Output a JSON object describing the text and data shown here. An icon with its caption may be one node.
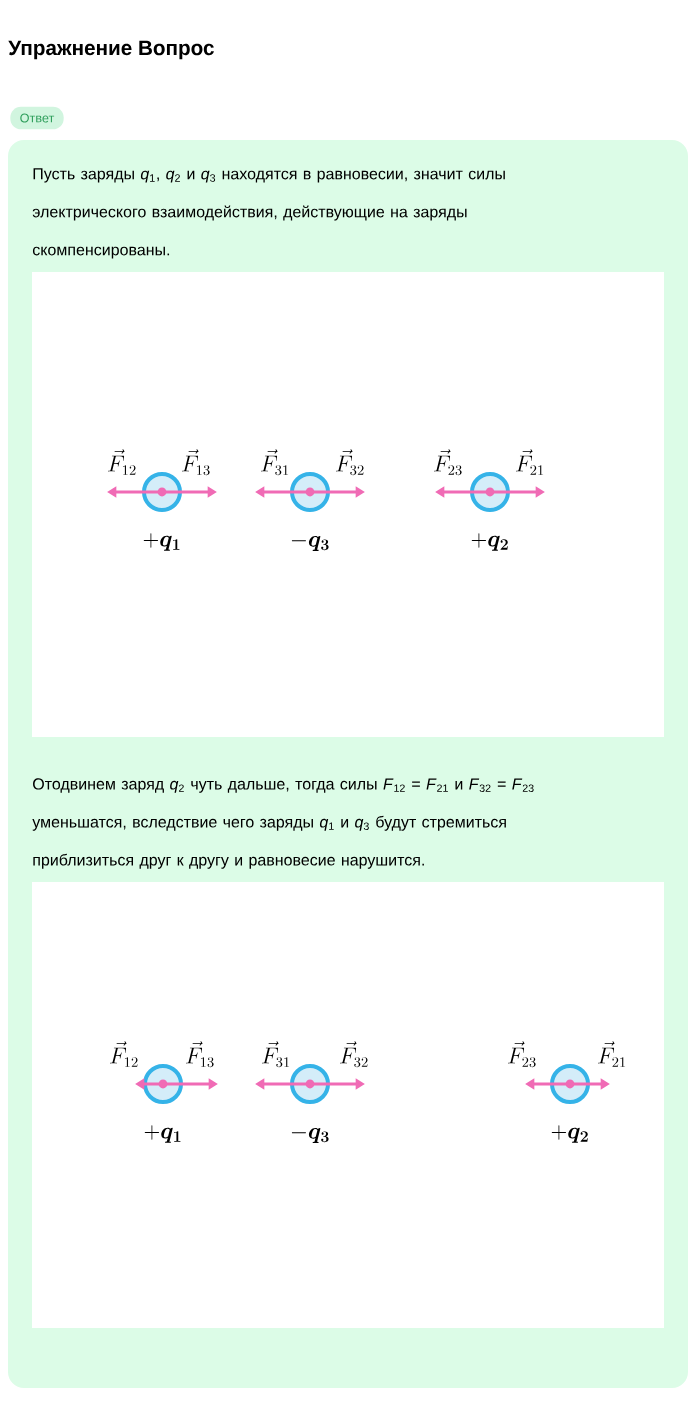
{
  "diagram": {
    "title": "Упражнение Вопрос",
    "nodes": [
      {
        "text": [
          "Ответ"
        ]
      },
      {
        "text": [],
        "shape": "circle",
        "beside": [
          "\\vec{F}_{12}",
          "\\vec{F}_{13}",
          "+\\boldsymbol{q_1}"
        ]
      },
      {
        "text": [],
        "shape": "circle",
        "beside": [
          "\\vec{F}_{31}",
          "\\vec{F}_{32}",
          "-\\boldsymbol{q_3}"
        ]
      },
      {
        "text": [],
        "shape": "circle",
        "beside": [
          "\\vec{F}_{23}",
          "\\vec{F}_{21}",
          "+\\boldsymbol{q_2}"
        ]
      },
      {
        "text": [],
        "shape": "circle",
        "beside": [
          "\\vec{F}_{12}",
          "\\vec{F}_{13}",
          "+\\boldsymbol{q_1}"
        ]
      },
      {
        "text": [],
        "shape": "circle",
        "beside": [
          "\\vec{F}_{31}",
          "\\vec{F}_{32}",
          "-\\boldsymbol{q_3}"
        ]
      },
      {
        "text": [],
        "shape": "circle",
        "beside": [
          "\\vec{F}_{23}",
          "\\vec{F}_{21}",
          "+\\boldsymbol{q_2}"
        ]
      }
    ],
    "labels": [
      "Пусть заряды *q*$_{1}$, *q*$_{2}$ и *q*$_{3}$ находятся в равновесии, значит силы электрического взаимодействия, действующие на заряды скомпенсированы.",
      "Отодвинем заряд *q*$_{2}$ чуть дальше, тогда силы *F*$_{12}$ = *F*$_{21}$ и *F*$_{32}$ = *F*$_{23}$ уменьшатся, вследствие чего заряды *q*$_{1}$ и *q*$_{3}$ будут стремиться приблизиться друг к другу и равновесие нарушится."
    ]
  }
}
